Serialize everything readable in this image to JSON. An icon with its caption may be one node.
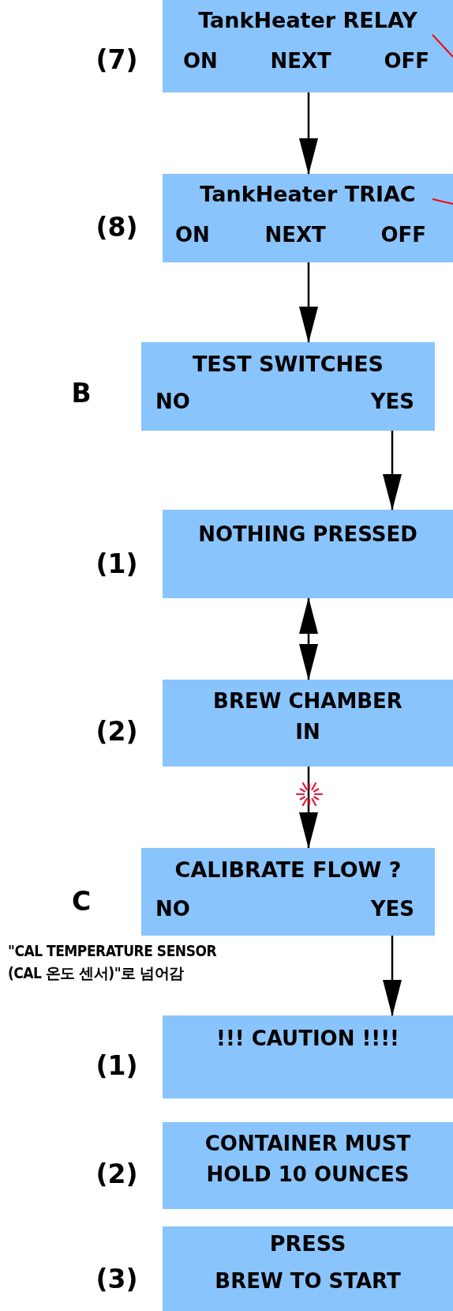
{
  "diagram": {
    "nodes": [
      {
        "text": [
          "TankHeater RELAY",
          "ON",
          "NEXT",
          "OFF"
        ],
        "beside": [
          "(7)"
        ]
      },
      {
        "text": [
          "TankHeater TRIAC",
          "ON",
          "NEXT",
          "OFF"
        ],
        "beside": [
          "(8)"
        ]
      },
      {
        "text": [
          "TEST SWITCHES",
          "NO",
          "YES"
        ],
        "beside": [
          "B"
        ]
      },
      {
        "text": [
          "NOTHING PRESSED"
        ],
        "beside": [
          "(1)"
        ]
      },
      {
        "text": [
          "BREW CHAMBER IN"
        ],
        "beside": [
          "(2)"
        ]
      },
      {
        "text": [
          "CALIBRATE FLOW ?",
          "NO",
          "YES"
        ],
        "beside": [
          "C"
        ]
      },
      {
        "text": [
          "!!! CAUTION !!!!"
        ],
        "beside": [
          "(1)"
        ]
      },
      {
        "text": [
          "CONTAINER MUST HOLD 10 OUNCES"
        ],
        "beside": [
          "(2)"
        ]
      },
      {
        "text": [
          "PRESS",
          "BREW TO START"
        ],
        "beside": [
          "(3)"
        ]
      }
    ],
    "edges": [
      {
        "from": 0,
        "to": 1,
        "arrow": "to"
      },
      {
        "from": 1,
        "to": 2,
        "arrow": "to"
      },
      {
        "from": 2,
        "to": 3,
        "arrow": "to"
      },
      {
        "from": 3,
        "to": 4,
        "arrow": "both"
      },
      {
        "from": 4,
        "to": 5,
        "arrow": "to"
      },
      {
        "from": 5,
        "to": 6,
        "arrow": "to"
      },
      {
        "from": 0,
        "to": null,
        "arrow": "none",
        "color": "#ff0000"
      },
      {
        "from": 1,
        "to": null,
        "arrow": "none",
        "color": "#ff0000"
      }
    ],
    "labels": [
      "\"CAL TEMPERATURE SENSOR (CAL 온도 센서)\"로 넘어감"
    ]
  }
}
